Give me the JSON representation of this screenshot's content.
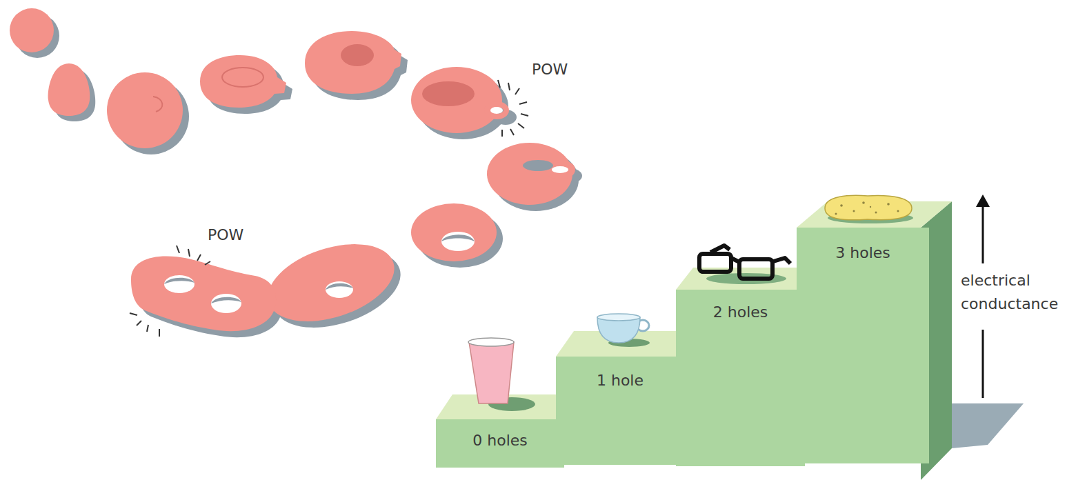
{
  "diagram": {
    "nodes": [
      {
        "text": [
          "0 holes"
        ]
      },
      {
        "text": [
          "1 hole"
        ]
      },
      {
        "text": [
          "2 holes"
        ]
      },
      {
        "text": [
          "3 holes"
        ]
      }
    ],
    "labels": [
      "POW",
      "POW",
      "electrical conductance"
    ]
  }
}
